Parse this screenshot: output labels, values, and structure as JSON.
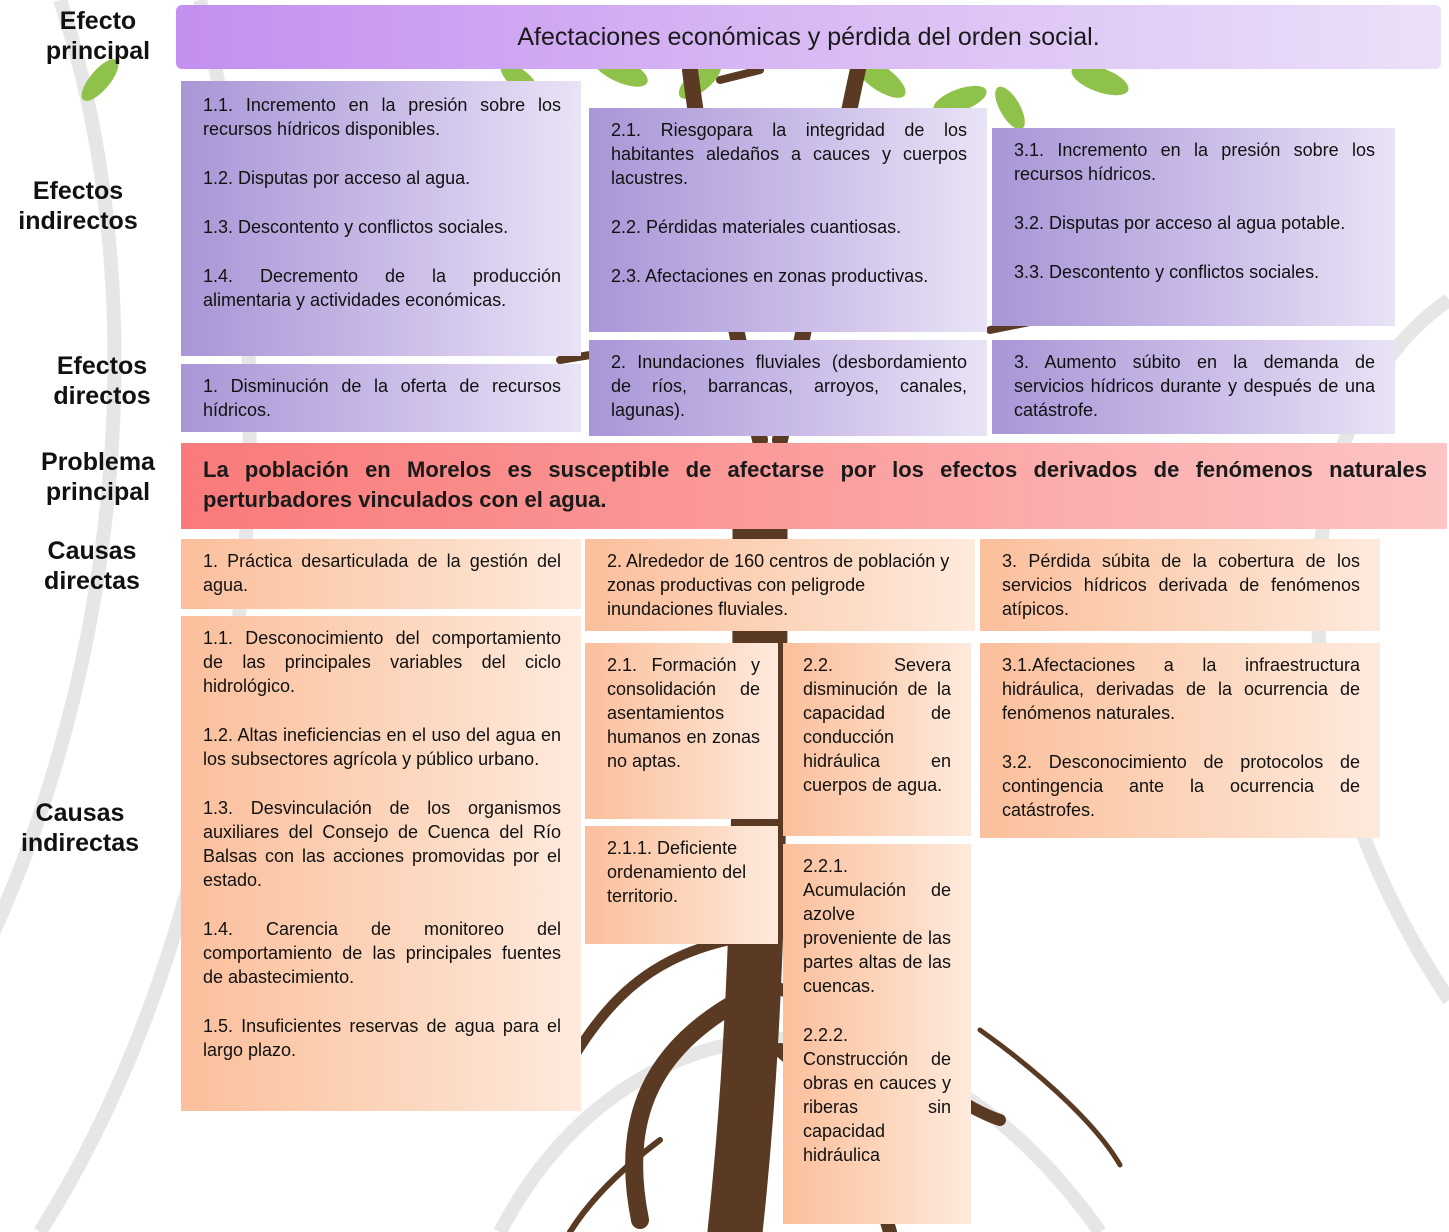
{
  "row_labels": {
    "efecto_principal": "Efecto\nprincipal",
    "efectos_indirectos": "Efectos\nindirectos",
    "efectos_directos": "Efectos\ndirectos",
    "problema_principal": "Problema\nprincipal",
    "causas_directas": "Causas\ndirectas",
    "causas_indirectas": "Causas\nindirectas"
  },
  "main_effect": "Afectaciones económicas y pérdida del orden social.",
  "indirect_effects": {
    "col1": [
      "1.1. Incremento en la presión sobre los recursos hídricos disponibles.",
      "1.2. Disputas por acceso al agua.",
      "1.3. Descontento y conflictos sociales.",
      "1.4. Decremento de la producción alimentaria y actividades económicas."
    ],
    "col2": [
      "2.1. Riesgopara la integridad de los habitantes aledaños a cauces y cuerpos lacustres.",
      "2.2. Pérdidas materiales cuantiosas.",
      "2.3. Afectaciones en zonas productivas."
    ],
    "col3": [
      "3.1. Incremento en la presión sobre los recursos hídricos.",
      "3.2. Disputas por acceso al agua potable.",
      "3.3. Descontento y conflictos sociales."
    ]
  },
  "direct_effects": {
    "col1": "1. Disminución de la oferta de recursos hídricos.",
    "col2": "2. Inundaciones fluviales (desbordamiento de ríos, barrancas, arroyos, canales, lagunas).",
    "col3": "3. Aumento súbito en la demanda de servicios hídricos durante y después de una catástrofe."
  },
  "main_problem": "La población en Morelos es susceptible de afectarse por los efectos derivados de fenómenos naturales perturbadores vinculados con el agua.",
  "direct_causes": {
    "col1": "1. Práctica desarticulada de la gestión del agua.",
    "col2": "2. Alrededor de 160 centros de población y zonas productivas con peligrode inundaciones fluviales.",
    "col3": "3. Pérdida súbita de la cobertura de los servicios hídricos derivada de fenómenos atípicos."
  },
  "indirect_causes": {
    "col1": [
      "1.1. Desconocimiento del comportamiento de las principales variables del ciclo hidrológico.",
      "1.2. Altas ineficiencias en el uso del agua en los subsectores agrícola y público urbano.",
      "1.3. Desvinculación de los organismos auxiliares del Consejo de Cuenca del Río Balsas con las acciones promovidas por el estado.",
      "1.4. Carencia de monitoreo del comportamiento de las principales fuentes de abastecimiento.",
      "1.5. Insuficientes reservas de agua para el largo plazo."
    ],
    "c2_1": "2.1. Formación y consolidación de asentamientos humanos en zonas no aptas.",
    "c2_1_1": "2.1.1. Deficiente ordenamiento del territorio.",
    "c2_2": "2.2. Severa disminución de la capacidad de conducción hidráulica en cuerpos de agua.",
    "c2_2_x": [
      "2.2.1. Acumulación de azolve proveniente de las partes altas de las cuencas.",
      "2.2.2. Construcción de obras en cauces y riberas sin capacidad hidráulica"
    ],
    "col3": [
      "3.1.Afectaciones a la infraestructura hidráulica, derivadas de la ocurrencia de fenómenos naturales.",
      "3.2. Desconocimiento de protocolos de contingencia ante la ocurrencia de catástrofes."
    ]
  }
}
